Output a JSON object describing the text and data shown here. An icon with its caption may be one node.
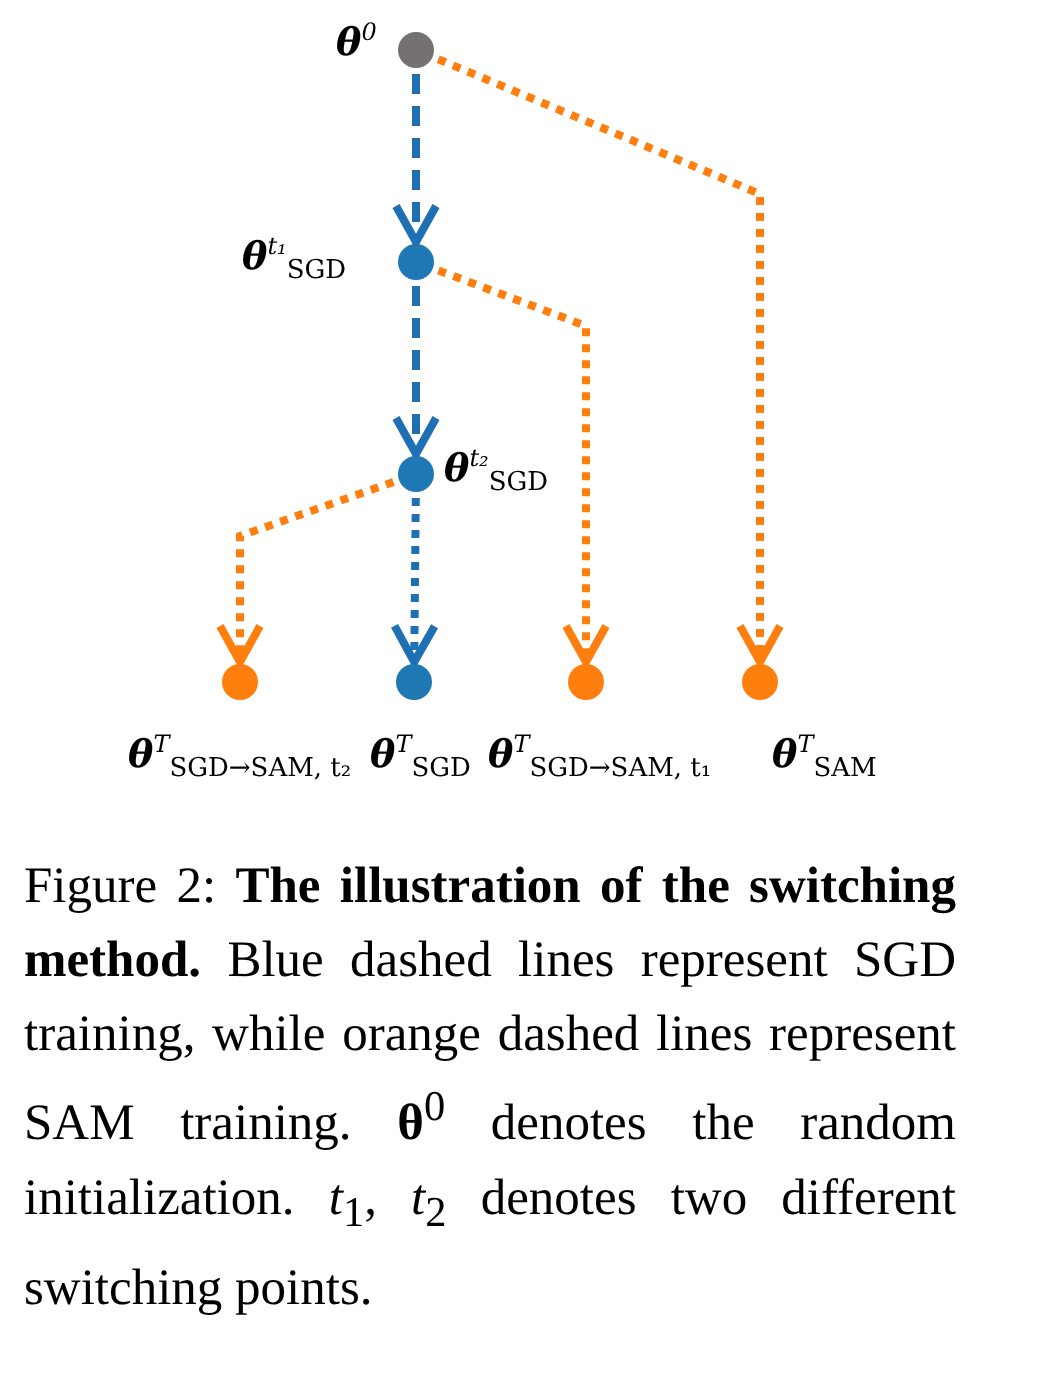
{
  "diagram": {
    "caption": "Figure 2: **The illustration of the switching method.** Blue dashed lines represent SGD training, while orange dashed lines represent SAM training. **θ**$^{0}$ denotes the random initialization. *t*$_{1}$, *t*$_{2}$ denotes two different switching points.",
    "nodes": [
      {
        "text": [],
        "shape": "circle",
        "beside": [
          "**θ**$^{0}$"
        ]
      },
      {
        "text": [],
        "shape": "circle",
        "beside": [
          "**θ**$^{t₁}$$_{SGD}$"
        ]
      },
      {
        "text": [],
        "shape": "circle",
        "beside": [
          "**θ**$^{t₂}$$_{SGD}$"
        ]
      },
      {
        "text": [],
        "shape": "circle",
        "beside": [
          "**θ**$^{T}$$_{SGD→SAM, t₂}$"
        ]
      },
      {
        "text": [],
        "shape": "circle",
        "beside": [
          "**θ**$^{T}$$_{SGD}$"
        ]
      },
      {
        "text": [],
        "shape": "circle",
        "beside": [
          "**θ**$^{T}$$_{SGD→SAM, t₁}$"
        ]
      },
      {
        "text": [],
        "shape": "circle",
        "beside": [
          "**θ**$^{T}$$_{SAM}$"
        ]
      }
    ],
    "edges": [
      {
        "from": 0,
        "to": 1,
        "arrow": "to",
        "style": "dashed",
        "color": "#1f6fb4"
      },
      {
        "from": 0,
        "to": 6,
        "arrow": "to",
        "style": "dashed",
        "color": "#ff7f0e"
      },
      {
        "from": 1,
        "to": 2,
        "arrow": "to",
        "style": "dashed",
        "color": "#1f6fb4"
      },
      {
        "from": 1,
        "to": 5,
        "arrow": "to",
        "style": "dashed",
        "color": "#ff7f0e"
      },
      {
        "from": 2,
        "to": 3,
        "arrow": "to",
        "style": "dashed",
        "color": "#ff7f0e"
      },
      {
        "from": 2,
        "to": 4,
        "arrow": "to",
        "style": "dashed",
        "color": "#1f6fb4"
      }
    ]
  }
}
